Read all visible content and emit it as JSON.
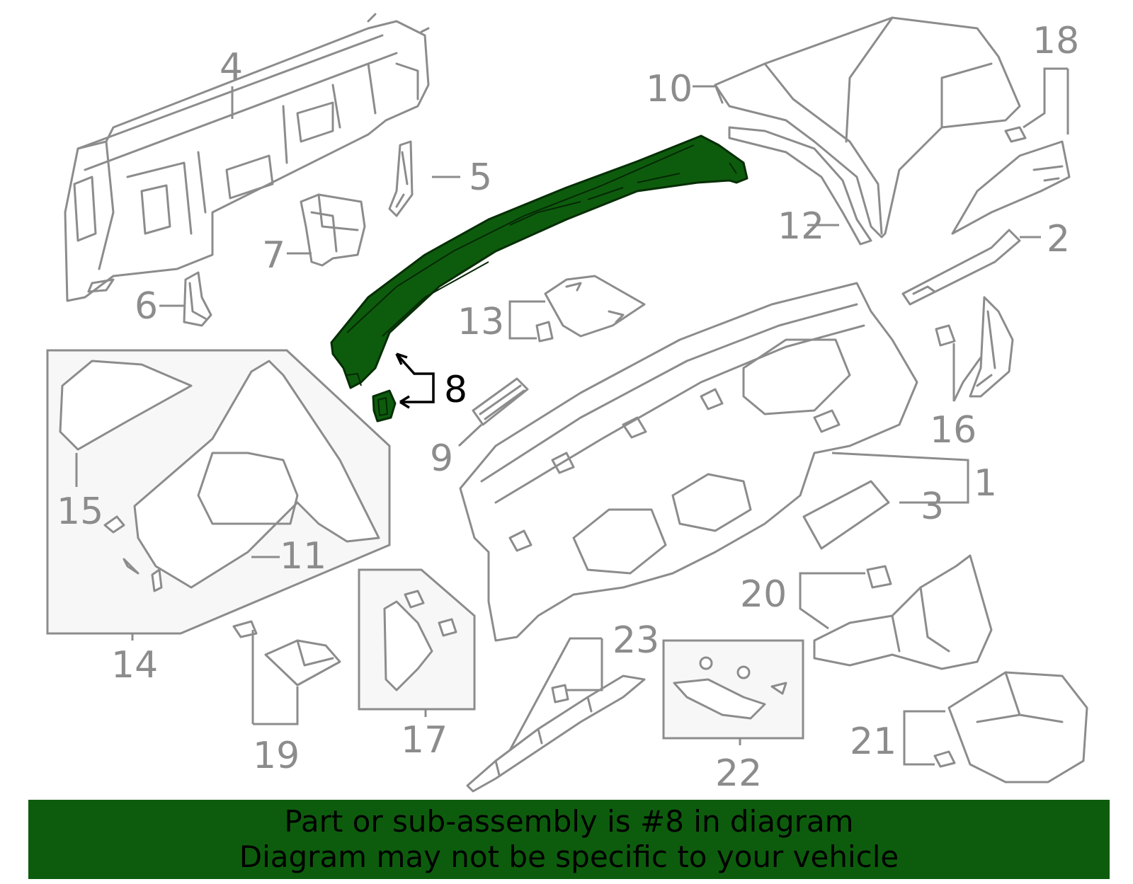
{
  "diagram": {
    "highlight_color": "#0d5c0d",
    "line_color": "#8c8c8c",
    "highlighted_part": "8",
    "callouts": {
      "c1": "1",
      "c2": "2",
      "c3": "3",
      "c4": "4",
      "c5": "5",
      "c6": "6",
      "c7": "7",
      "c8": "8",
      "c9": "9",
      "c10": "10",
      "c11": "11",
      "c12": "12",
      "c13": "13",
      "c14": "14",
      "c15": "15",
      "c16": "16",
      "c17": "17",
      "c18": "18",
      "c19": "19",
      "c20": "20",
      "c21": "21",
      "c22": "22",
      "c23": "23"
    }
  },
  "banner": {
    "background": "#0d5c0d",
    "line1": "Part or sub-assembly is #8 in diagram",
    "line2": "Diagram may not be specific to your vehicle"
  }
}
